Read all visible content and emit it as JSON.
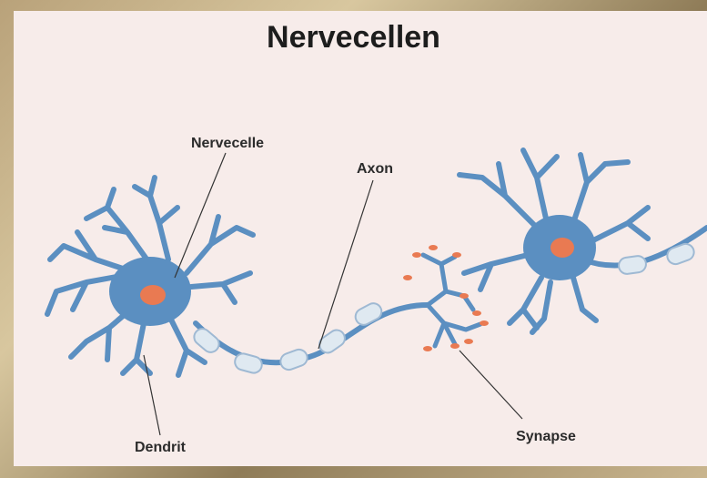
{
  "title": "Nervecellen",
  "labels": {
    "nervecelle": "Nervecelle",
    "axon": "Axon",
    "dendrit": "Dendrit",
    "synapse": "Synapse"
  },
  "colors": {
    "neuron": "#5b8fc1",
    "nucleus": "#e97a52",
    "myelin": "#dfe9f1",
    "panel": "#f7ecea"
  }
}
